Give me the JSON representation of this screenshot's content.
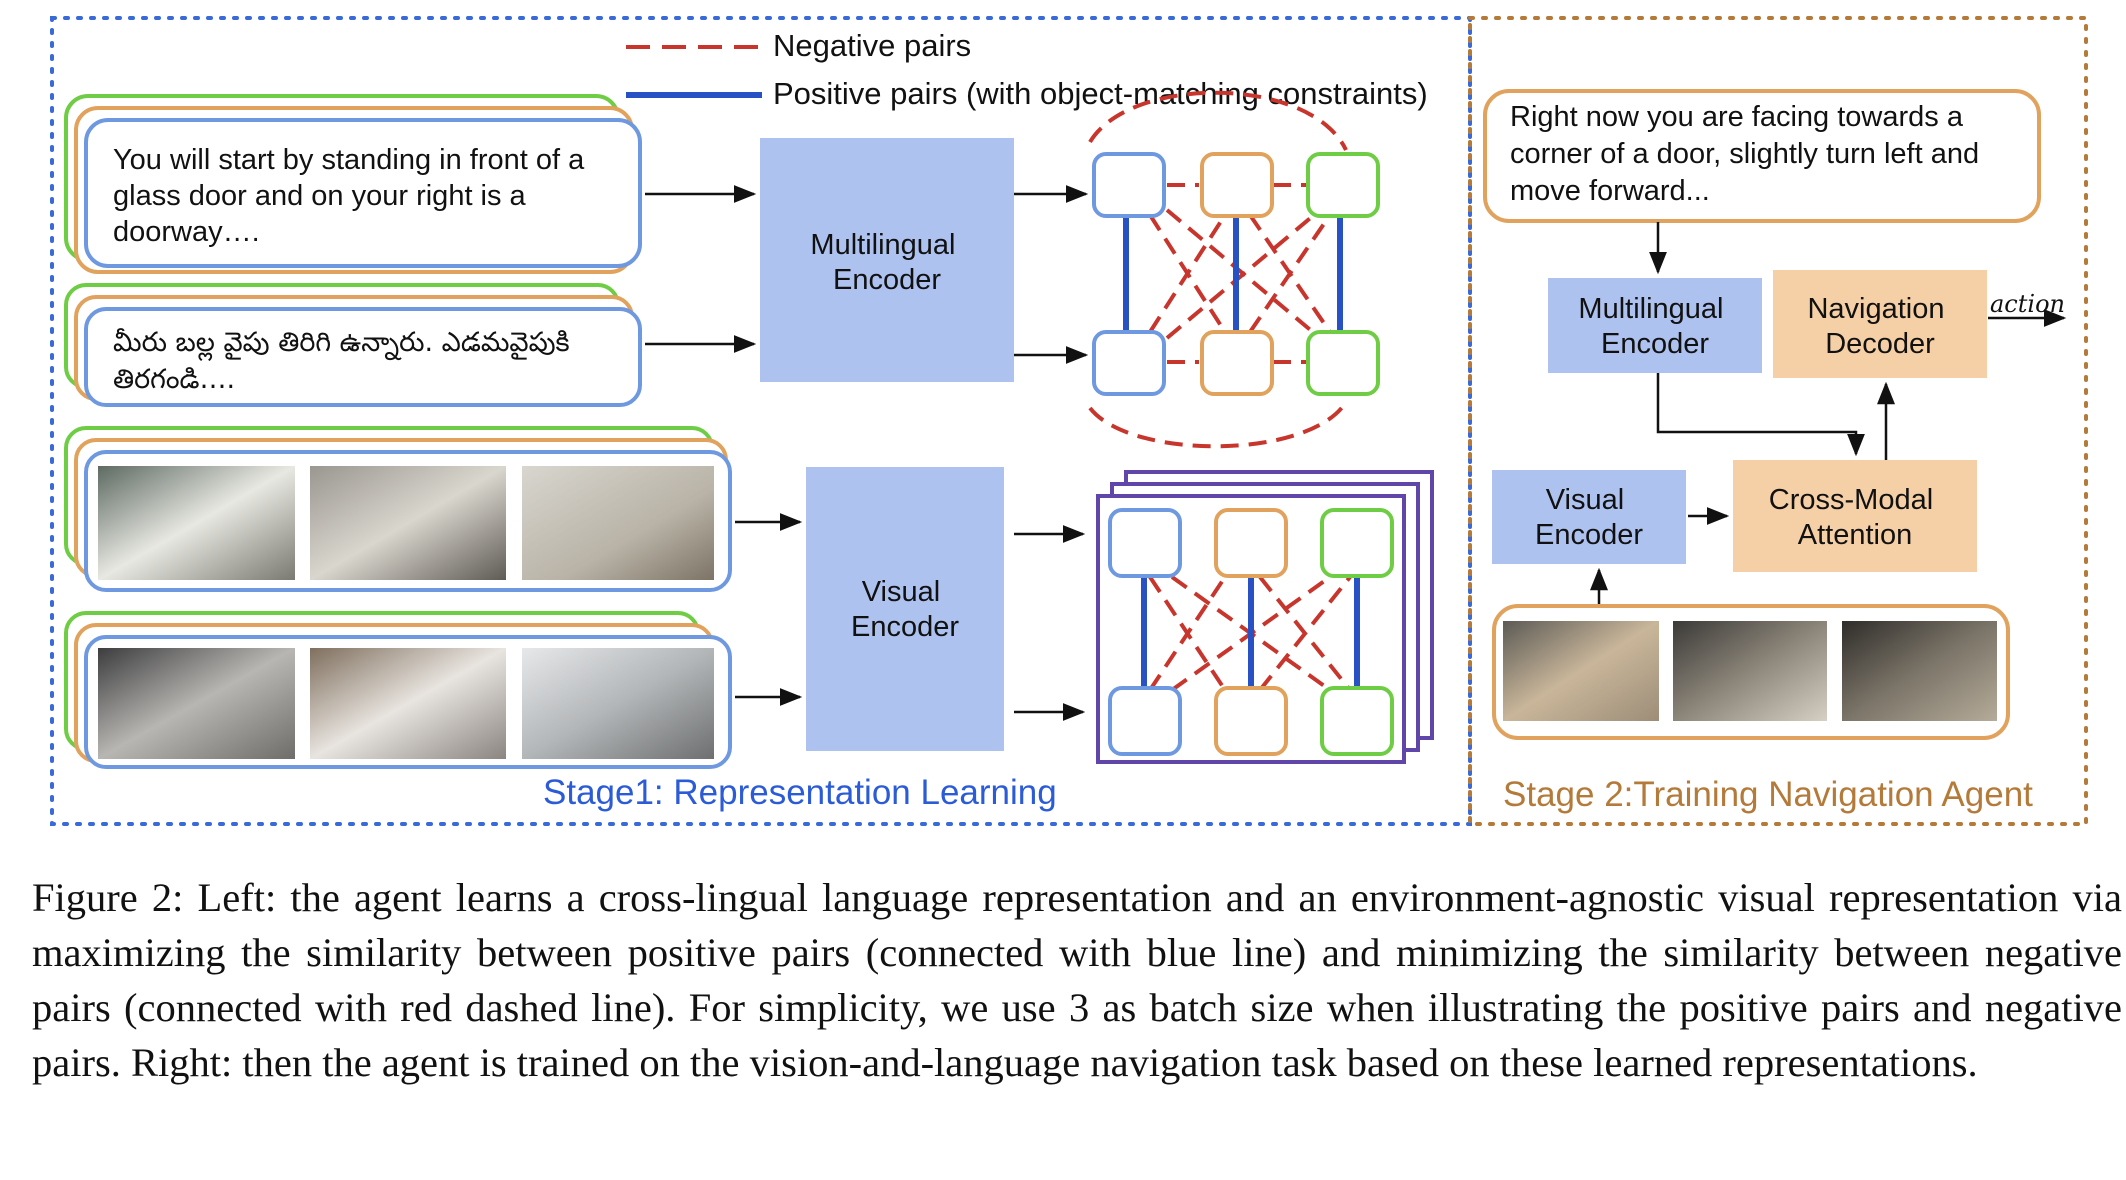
{
  "legend": {
    "negative_label": "Negative pairs",
    "positive_label": "Positive pairs (with object-matching constraints)"
  },
  "stage1": {
    "title": "Stage1: Representation Learning",
    "instruction_en": [
      "You will start by standing in front of a",
      "glass door and on your right is a",
      "doorway…."
    ],
    "instruction_te": [
      "మీరు బల్ల వైపు తిరిగి ఉన్నారు. ఎడమవైపుకి",
      "తిరగండి…."
    ],
    "multilingual_encoder": [
      "Multilingual",
      "Encoder"
    ],
    "visual_encoder": [
      "Visual",
      "Encoder"
    ]
  },
  "stage2": {
    "title": "Stage 2:Training Navigation Agent",
    "instruction": [
      "Right now you are facing towards a",
      "corner of a door, slightly turn left and",
      "move forward..."
    ],
    "multilingual_encoder": [
      "Multilingual",
      "Encoder"
    ],
    "navigation_decoder": [
      "Navigation",
      "Decoder"
    ],
    "action_label": "action",
    "visual_encoder": [
      "Visual",
      "Encoder"
    ],
    "cross_modal_attention": [
      "Cross-Modal",
      "Attention"
    ]
  },
  "caption": "Figure 2: Left: the agent learns a cross-lingual language representation and an environment-agnostic visual representation via maximizing the similarity between positive pairs (connected with blue line) and minimizing the similarity between negative pairs (connected with red dashed line). For simplicity, we use 3 as batch size when illustrating the positive pairs and negative pairs. Right: then the agent is trained on the vision-and-language navigation task based on these learned representations.",
  "colors": {
    "blue_box": "#aec2f0",
    "orange_box": "#f5cfa6",
    "stage1_text": "#2b5bd6",
    "stage2_text": "#b47a3a",
    "node_blue": "#6e98e0",
    "node_orange": "#e0a25c",
    "node_green": "#6fcc45",
    "positive_line": "#2851c4",
    "negative_line": "#c7352c",
    "purple_frame": "#6046a8"
  }
}
